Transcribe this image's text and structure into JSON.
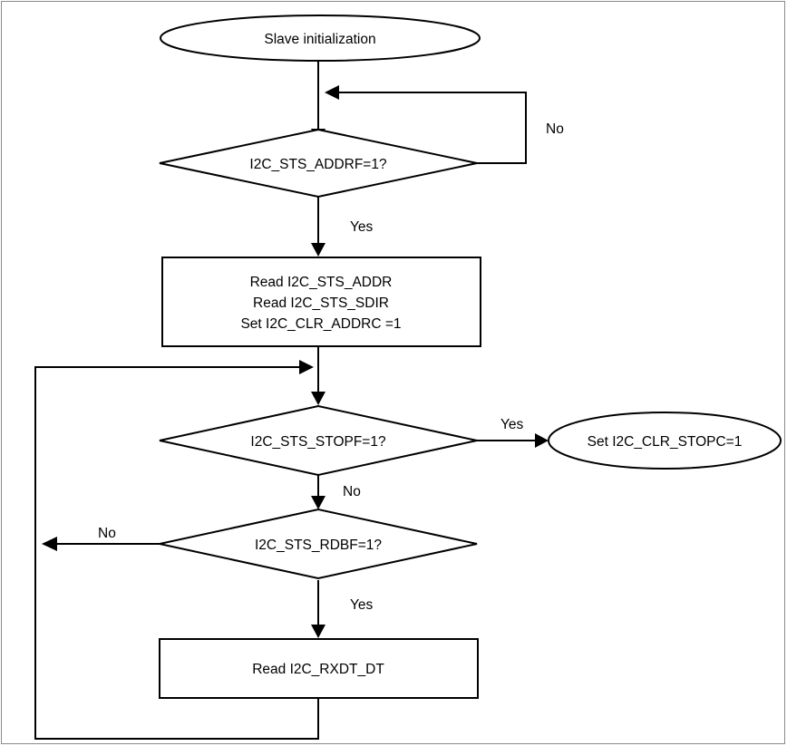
{
  "nodes": {
    "start": {
      "label": "Slave initialization"
    },
    "check_addrf": {
      "label": "I2C_STS_ADDRF=1?"
    },
    "read_addr": {
      "lines": [
        "Read I2C_STS_ADDR",
        "Read I2C_STS_SDIR",
        "Set I2C_CLR_ADDRC =1"
      ]
    },
    "check_stopf": {
      "label": "I2C_STS_STOPF=1?"
    },
    "set_stopc": {
      "label": "Set I2C_CLR_STOPC=1"
    },
    "check_rdbf": {
      "label": "I2C_STS_RDBF=1?"
    },
    "read_rxdt": {
      "label": "Read I2C_RXDT_DT"
    }
  },
  "edges": {
    "addrf_no": "No",
    "addrf_yes": "Yes",
    "stopf_yes": "Yes",
    "stopf_no": "No",
    "rdbf_no": "No",
    "rdbf_yes": "Yes"
  },
  "colors": {
    "stroke": "#000000",
    "fill": "#ffffff",
    "frame": "#8a8a8a"
  }
}
